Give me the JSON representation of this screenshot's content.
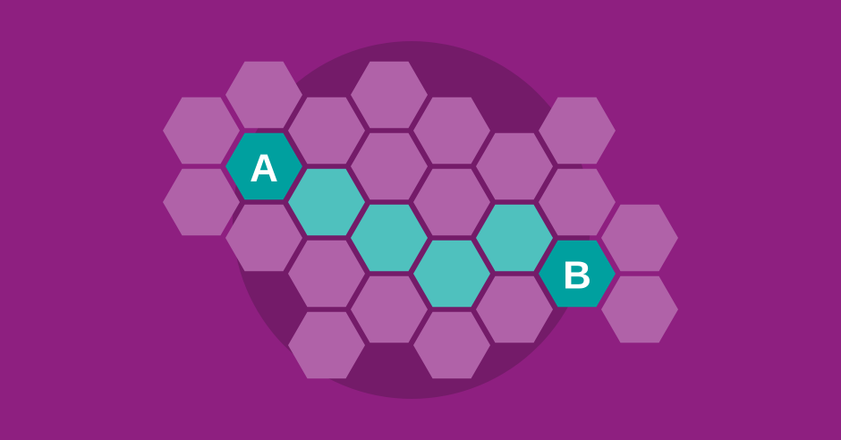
{
  "colors": {
    "background": "#8e1f80",
    "circle": "#741b69",
    "hex_default": "#b062a8",
    "hex_path": "#4fc1be",
    "hex_endpoint": "#00a09f",
    "label": "#ffffff"
  },
  "endpoints": {
    "start": {
      "label": "A",
      "col": 1,
      "row": 2
    },
    "end": {
      "label": "B",
      "col": 6,
      "row": 5
    }
  },
  "path_cells": [
    {
      "col": 2,
      "row": 3
    },
    {
      "col": 3,
      "row": 4
    },
    {
      "col": 4,
      "row": 5
    },
    {
      "col": 5,
      "row": 4
    }
  ],
  "default_cells": [
    {
      "col": 0,
      "row": 1
    },
    {
      "col": 0,
      "row": 3
    },
    {
      "col": 1,
      "row": 0
    },
    {
      "col": 1,
      "row": 4
    },
    {
      "col": 2,
      "row": 1
    },
    {
      "col": 2,
      "row": 5
    },
    {
      "col": 2,
      "row": 7
    },
    {
      "col": 3,
      "row": 0
    },
    {
      "col": 3,
      "row": 2
    },
    {
      "col": 3,
      "row": 6
    },
    {
      "col": 4,
      "row": 1
    },
    {
      "col": 4,
      "row": 3
    },
    {
      "col": 4,
      "row": 7
    },
    {
      "col": 5,
      "row": 2
    },
    {
      "col": 5,
      "row": 6
    },
    {
      "col": 6,
      "row": 1
    },
    {
      "col": 6,
      "row": 3
    },
    {
      "col": 7,
      "row": 4
    },
    {
      "col": 7,
      "row": 6
    }
  ]
}
